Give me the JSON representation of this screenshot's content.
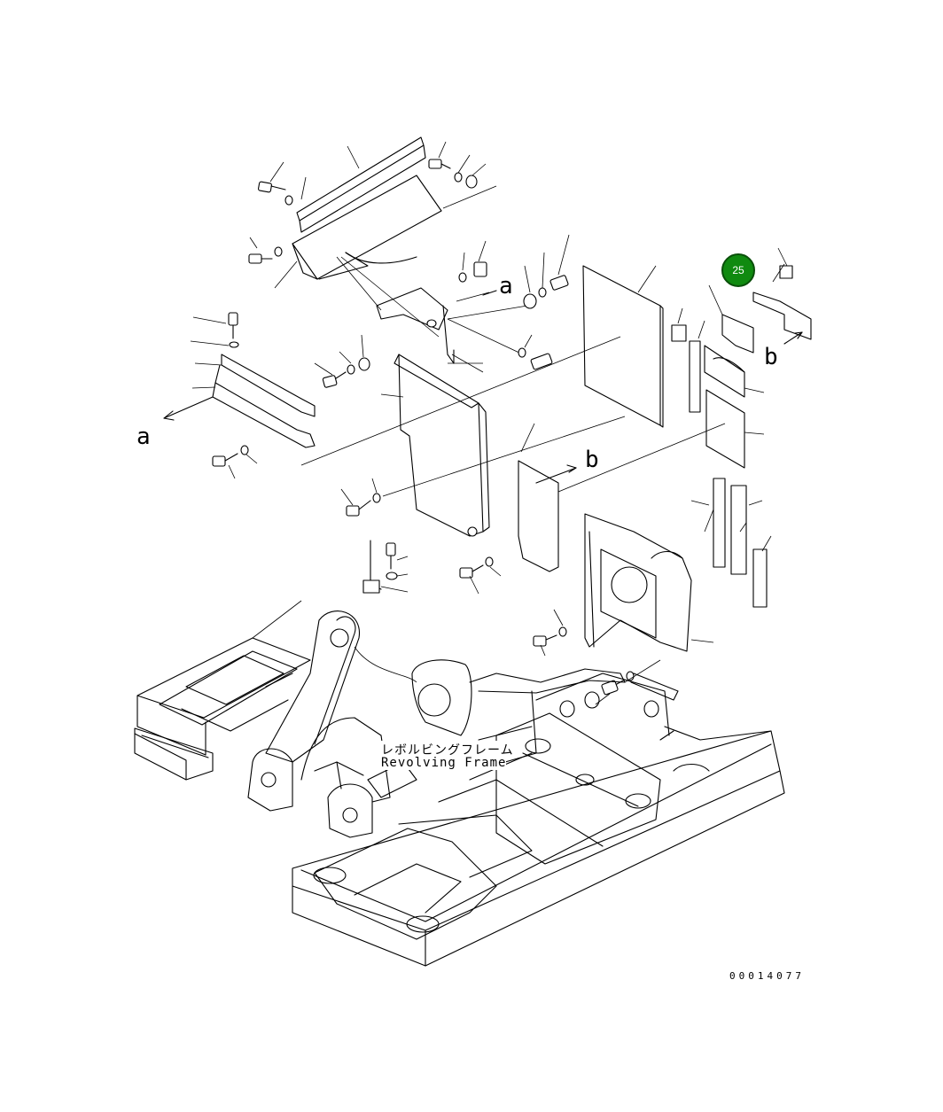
{
  "callout": {
    "number": "25",
    "color": "#108a10"
  },
  "reference_letters": {
    "a_upper": "a",
    "a_left": "a",
    "b_right": "b",
    "b_mid": "b"
  },
  "frame_label": {
    "japanese": "レボルビングフレーム",
    "english": "Revolving Frame"
  },
  "drawing_number": "00014077"
}
